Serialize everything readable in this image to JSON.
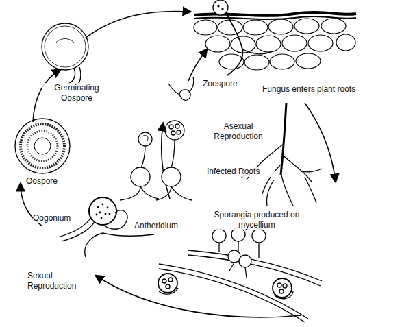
{
  "diagram": {
    "labels": [
      "Germinating Oospore",
      "Zoospore",
      "Fungus enters plant roots",
      "Asexual Reproduction",
      "Infected Roots",
      "Oospore",
      "Oogonium",
      "Antheridium",
      "Sporangia produced on mycellium",
      "Sexual Reproduction"
    ]
  }
}
